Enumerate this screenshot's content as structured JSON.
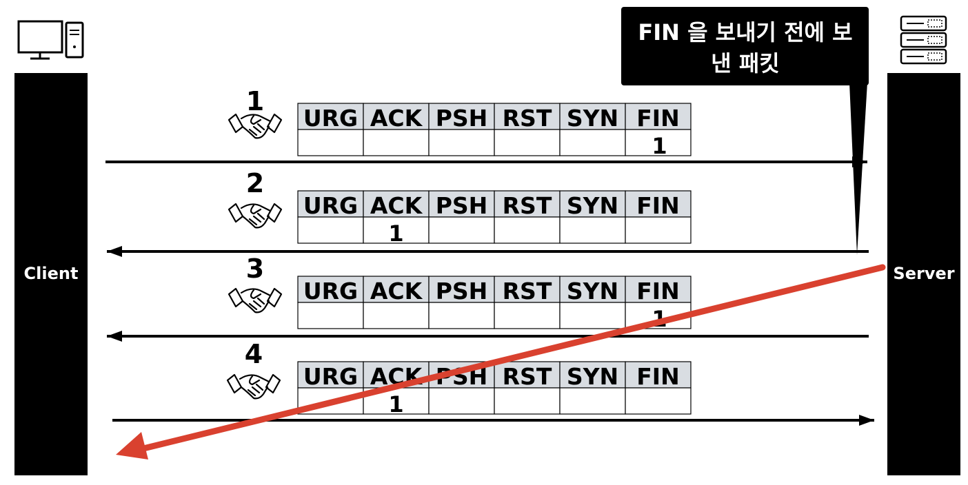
{
  "client": {
    "label": "Client",
    "icon": "desktop-computer-icon"
  },
  "server": {
    "label": "Server",
    "icon": "server-rack-icon"
  },
  "callout": {
    "lines": [
      "FIN 을 보내기 전에 보",
      "낸 패킷"
    ]
  },
  "flag_headers": [
    "URG",
    "ACK",
    "PSH",
    "RST",
    "SYN",
    "FIN"
  ],
  "steps": [
    {
      "number": "1",
      "direction": "client-to-server",
      "values": [
        "",
        "",
        "",
        "",
        "",
        "1"
      ]
    },
    {
      "number": "2",
      "direction": "server-to-client",
      "values": [
        "",
        "1",
        "",
        "",
        "",
        ""
      ]
    },
    {
      "number": "3",
      "direction": "server-to-client",
      "values": [
        "",
        "",
        "",
        "",
        "",
        "1"
      ]
    },
    {
      "number": "4",
      "direction": "client-to-server",
      "values": [
        "",
        "1",
        "",
        "",
        "",
        ""
      ]
    }
  ],
  "late_packet": {
    "from": "server",
    "to": "client",
    "color": "#d9412f"
  },
  "colors": {
    "bar": "#000000",
    "header_fill": "#d9dde2",
    "late_arrow": "#d9412f"
  }
}
